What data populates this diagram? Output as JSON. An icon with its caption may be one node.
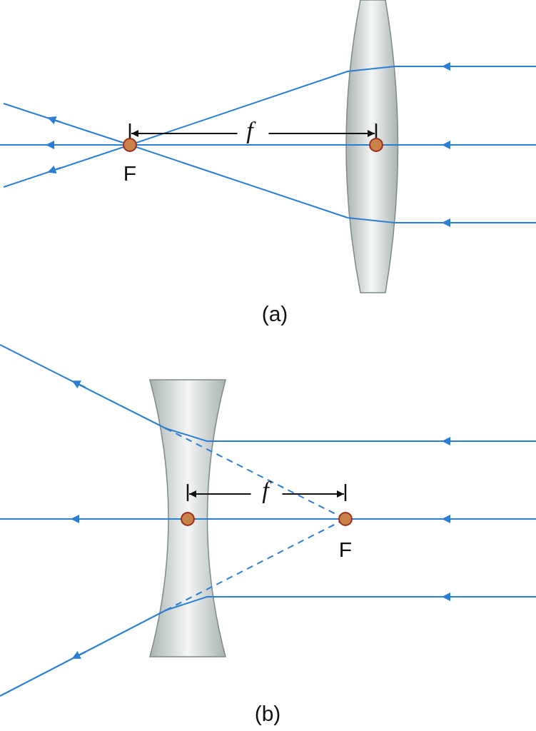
{
  "diagram": {
    "labels": [
      "f",
      "F",
      "(a)",
      "f",
      "F",
      "(b)"
    ]
  }
}
